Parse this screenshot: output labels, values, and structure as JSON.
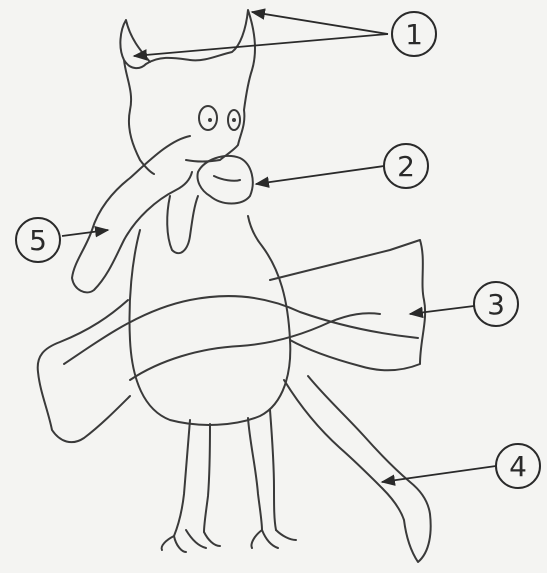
{
  "diagram": {
    "callouts": [
      {
        "id": "1",
        "label": "1"
      },
      {
        "id": "2",
        "label": "2"
      },
      {
        "id": "3",
        "label": "3"
      },
      {
        "id": "4",
        "label": "4"
      },
      {
        "id": "5",
        "label": "5"
      }
    ]
  },
  "colors": {
    "background": "#f4f4f2",
    "ink": "#2a2a2a"
  }
}
